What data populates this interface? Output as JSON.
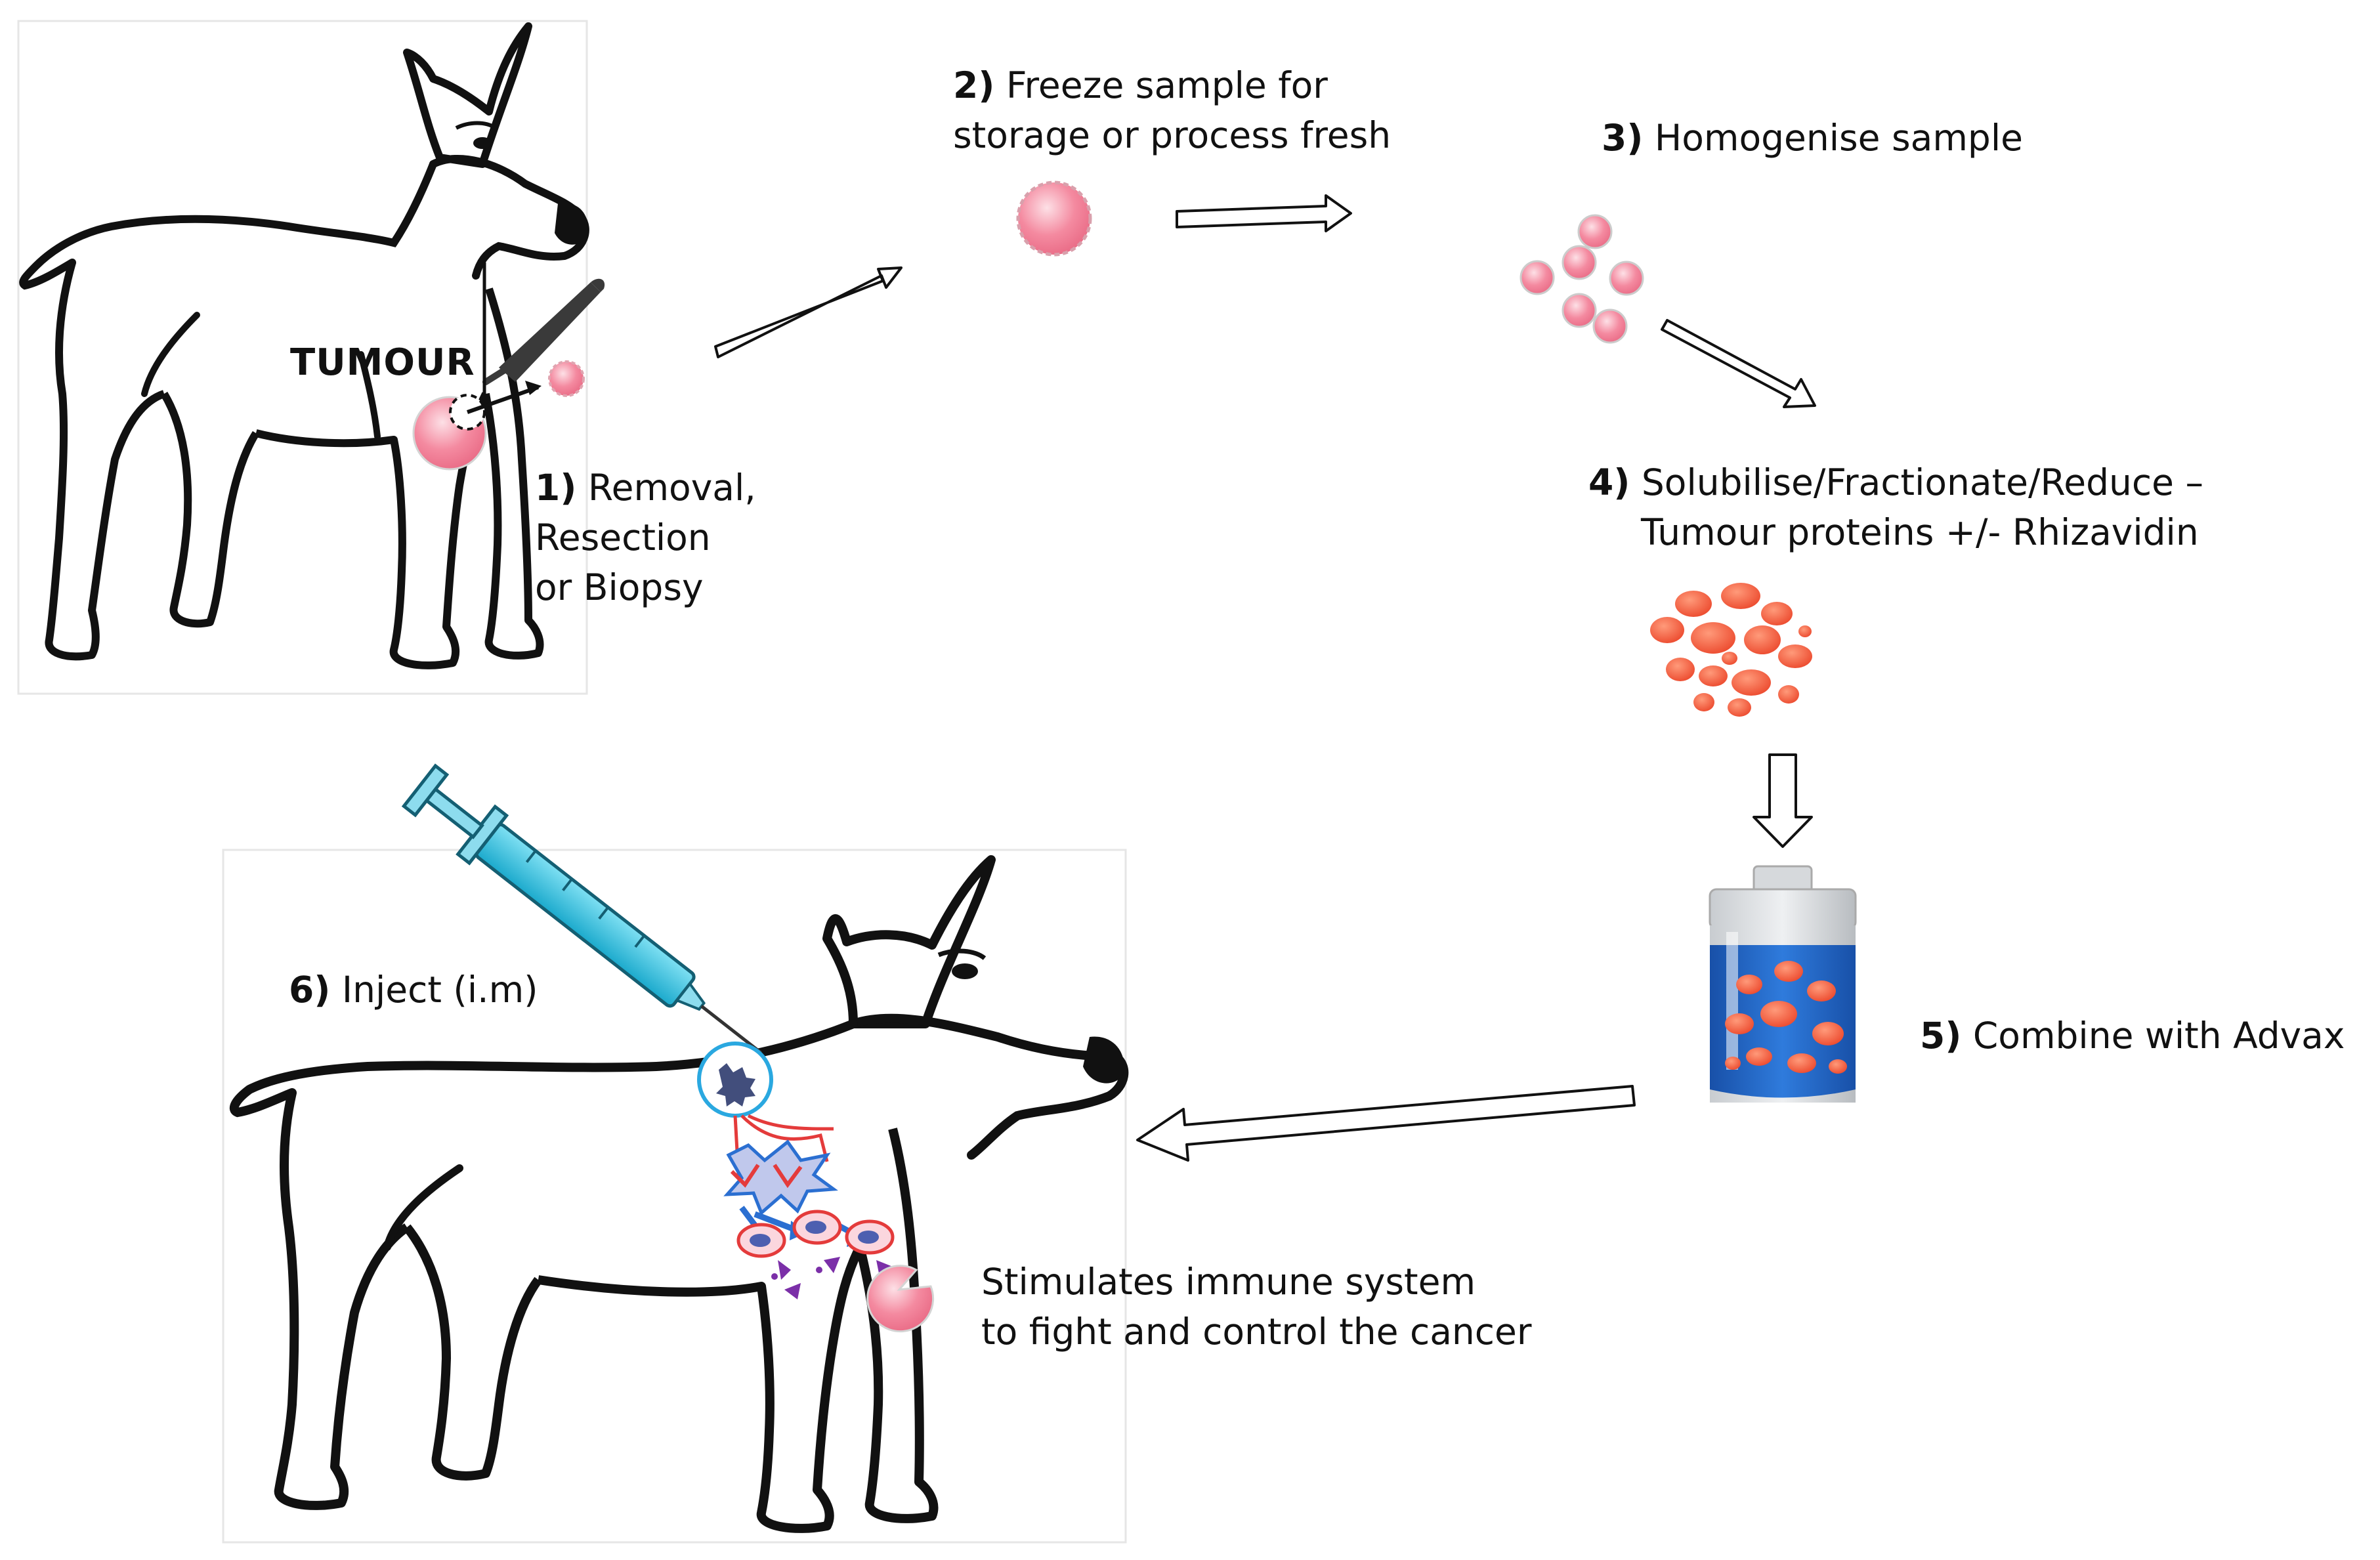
{
  "labels": {
    "tumour": "TUMOUR",
    "step1": {
      "num": "1)",
      "line1": "Removal,",
      "line2": "Resection",
      "line3": "or Biopsy"
    },
    "step2": {
      "num": "2)",
      "line1": "Freeze sample for",
      "line2": "storage or process fresh"
    },
    "step3": {
      "num": "3)",
      "line1": "Homogenise sample"
    },
    "step4": {
      "num": "4)",
      "line1": "Solubilise/Fractionate/Reduce –",
      "line2": "Tumour proteins  +/- Rhizavidin"
    },
    "step5": {
      "num": "5)",
      "line1": "Combine with Advax"
    },
    "step6": {
      "num": "6)",
      "line1": "Inject (i.m)"
    },
    "result": {
      "line1": "Stimulates immune system",
      "line2": "to fight and control the cancer"
    }
  },
  "colors": {
    "tumour_pink": "#f48aa0",
    "particle_orange": "#f0553a",
    "vial_blue": "#1d63c4",
    "syringe_cyan": "#2bc6e6",
    "immune_blue": "#2b6fd1",
    "immune_red": "#e43b3b",
    "antibody_purple": "#7b2fa8",
    "outline": "#111111"
  }
}
